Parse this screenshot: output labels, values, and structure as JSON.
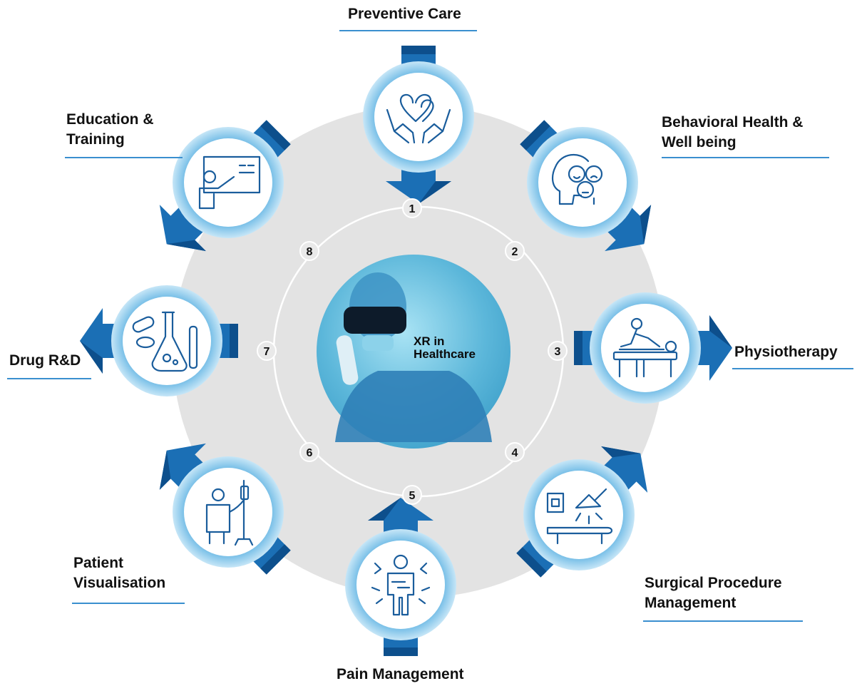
{
  "center": {
    "line1": "XR in",
    "line2": "Healthcare"
  },
  "items": [
    {
      "number": "1",
      "label": [
        "Preventive Care"
      ],
      "icon": "hands-heart-icon"
    },
    {
      "number": "2",
      "label": [
        "Behavioral Health &",
        "Well being"
      ],
      "icon": "head-emotions-icon"
    },
    {
      "number": "3",
      "label": [
        "Physiotherapy"
      ],
      "icon": "physiotherapy-table-icon"
    },
    {
      "number": "4",
      "label": [
        "Surgical Procedure",
        "Management"
      ],
      "icon": "surgical-lamp-bed-icon"
    },
    {
      "number": "5",
      "label": [
        "Pain Management"
      ],
      "icon": "person-pain-icon"
    },
    {
      "number": "6",
      "label": [
        "Patient",
        "Visualisation"
      ],
      "icon": "patient-iv-drip-icon"
    },
    {
      "number": "7",
      "label": [
        "Drug R&D"
      ],
      "icon": "pills-flask-icon"
    },
    {
      "number": "8",
      "label": [
        "Education &",
        "Training"
      ],
      "icon": "teacher-board-icon"
    }
  ],
  "colors": {
    "accent": "#1b6fb5",
    "dark": "#0d4f8c",
    "ring": "#e3e3e3",
    "icon": "#1a5d9c",
    "glow": "#8ec9ea"
  }
}
